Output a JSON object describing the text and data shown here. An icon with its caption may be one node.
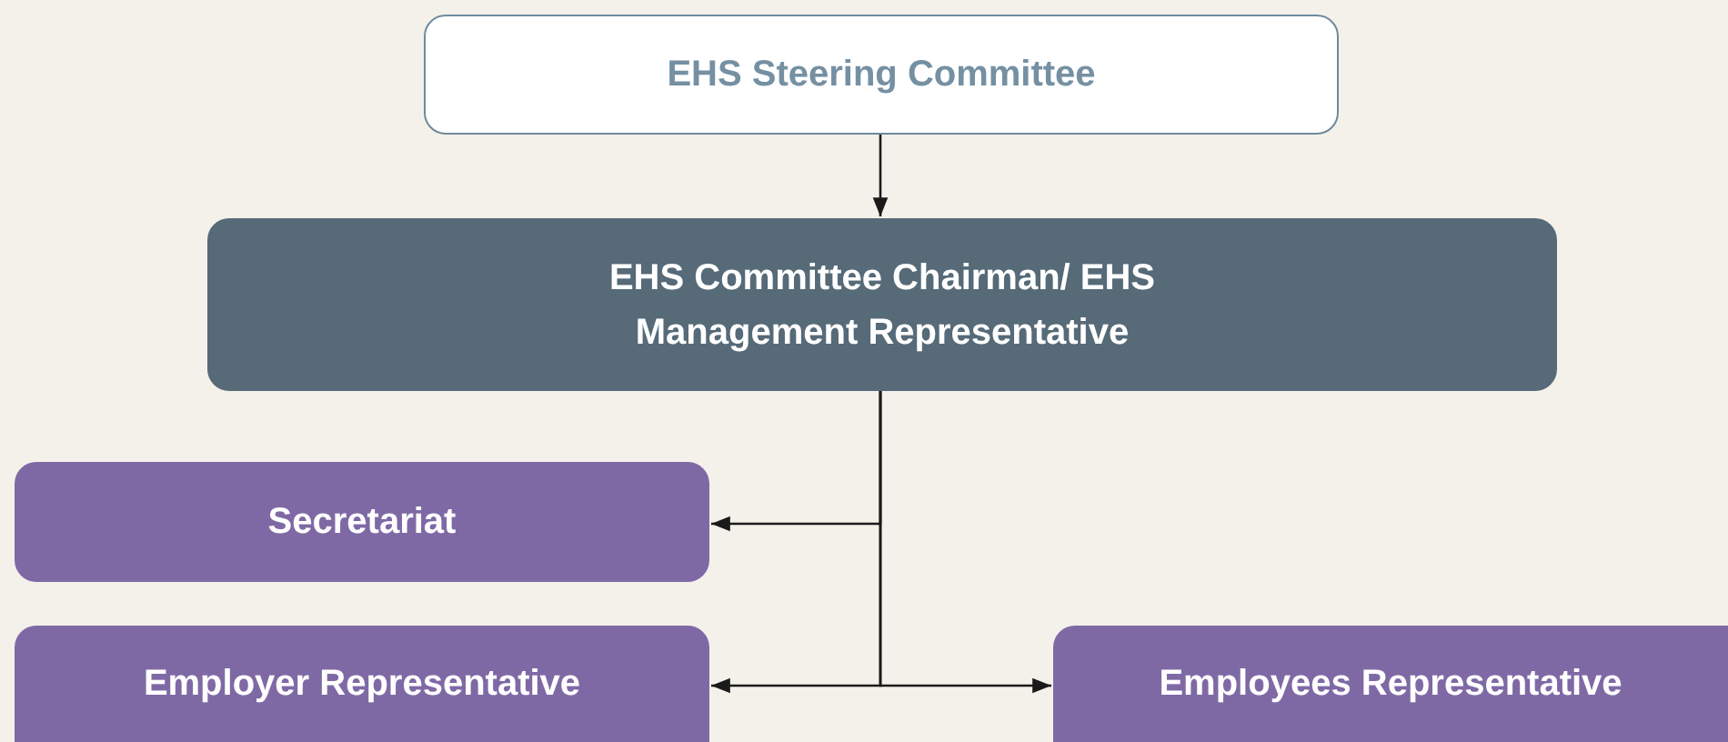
{
  "diagram": {
    "nodes": [
      {
        "text": [
          "EHS Steering Committee"
        ]
      },
      {
        "text": [
          "EHS Committee Chairman/ EHS Management Representative"
        ]
      },
      {
        "text": [
          "Secretariat"
        ]
      },
      {
        "text": [
          "Employer Representative"
        ]
      },
      {
        "text": [
          "Employees Representative"
        ]
      }
    ],
    "edges": [
      {
        "from": 0,
        "to": 1,
        "arrow": "to"
      },
      {
        "from": 1,
        "to": 2,
        "arrow": "to"
      },
      {
        "from": 1,
        "to": 3,
        "arrow": "to"
      },
      {
        "from": 1,
        "to": 4,
        "arrow": "to"
      }
    ]
  }
}
